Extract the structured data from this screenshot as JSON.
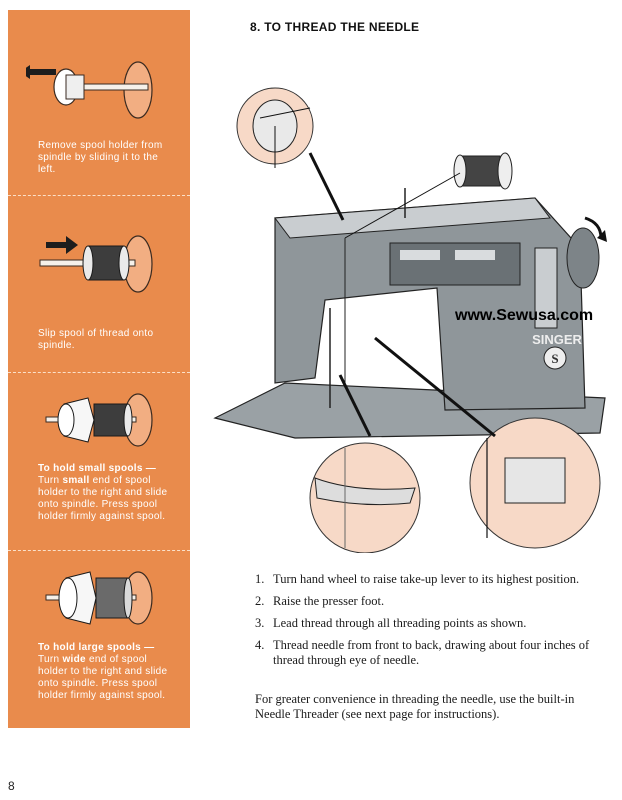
{
  "title": "8. TO THREAD THE NEEDLE",
  "watermark": "www.Sewusa.com",
  "brand": "SINGER",
  "brand_letter": "S",
  "sidebar": {
    "panels": [
      {
        "text": "Remove spool holder from spindle by sliding it to the left."
      },
      {
        "text": "Slip spool of thread onto spindle."
      },
      {
        "heading": "To hold small spools —",
        "pre": "Turn ",
        "emph": "small",
        "post": " end of spool holder to the right and slide onto spindle. Press spool holder firmly against spool."
      },
      {
        "heading": "To hold large spools —",
        "pre": "Turn ",
        "emph": "wide",
        "post": " end of spool holder to the right and slide onto spindle. Press spool holder firmly against spool."
      }
    ]
  },
  "steps": [
    {
      "num": "1.",
      "text": "Turn hand wheel to raise take-up lever to its highest position."
    },
    {
      "num": "2.",
      "text": "Raise the presser foot."
    },
    {
      "num": "3.",
      "text": "Lead thread through all threading points as shown."
    },
    {
      "num": "4.",
      "text": "Thread needle from front to back, drawing about four inches of thread through eye of needle."
    }
  ],
  "note": "For greater convenience in threading the needle, use the built-in Needle Threader (see next page for instructions).",
  "page_number": "8",
  "colors": {
    "sidebar": "#e98b4c",
    "machine": "#8f969a",
    "callout": "#f7d9c7"
  }
}
